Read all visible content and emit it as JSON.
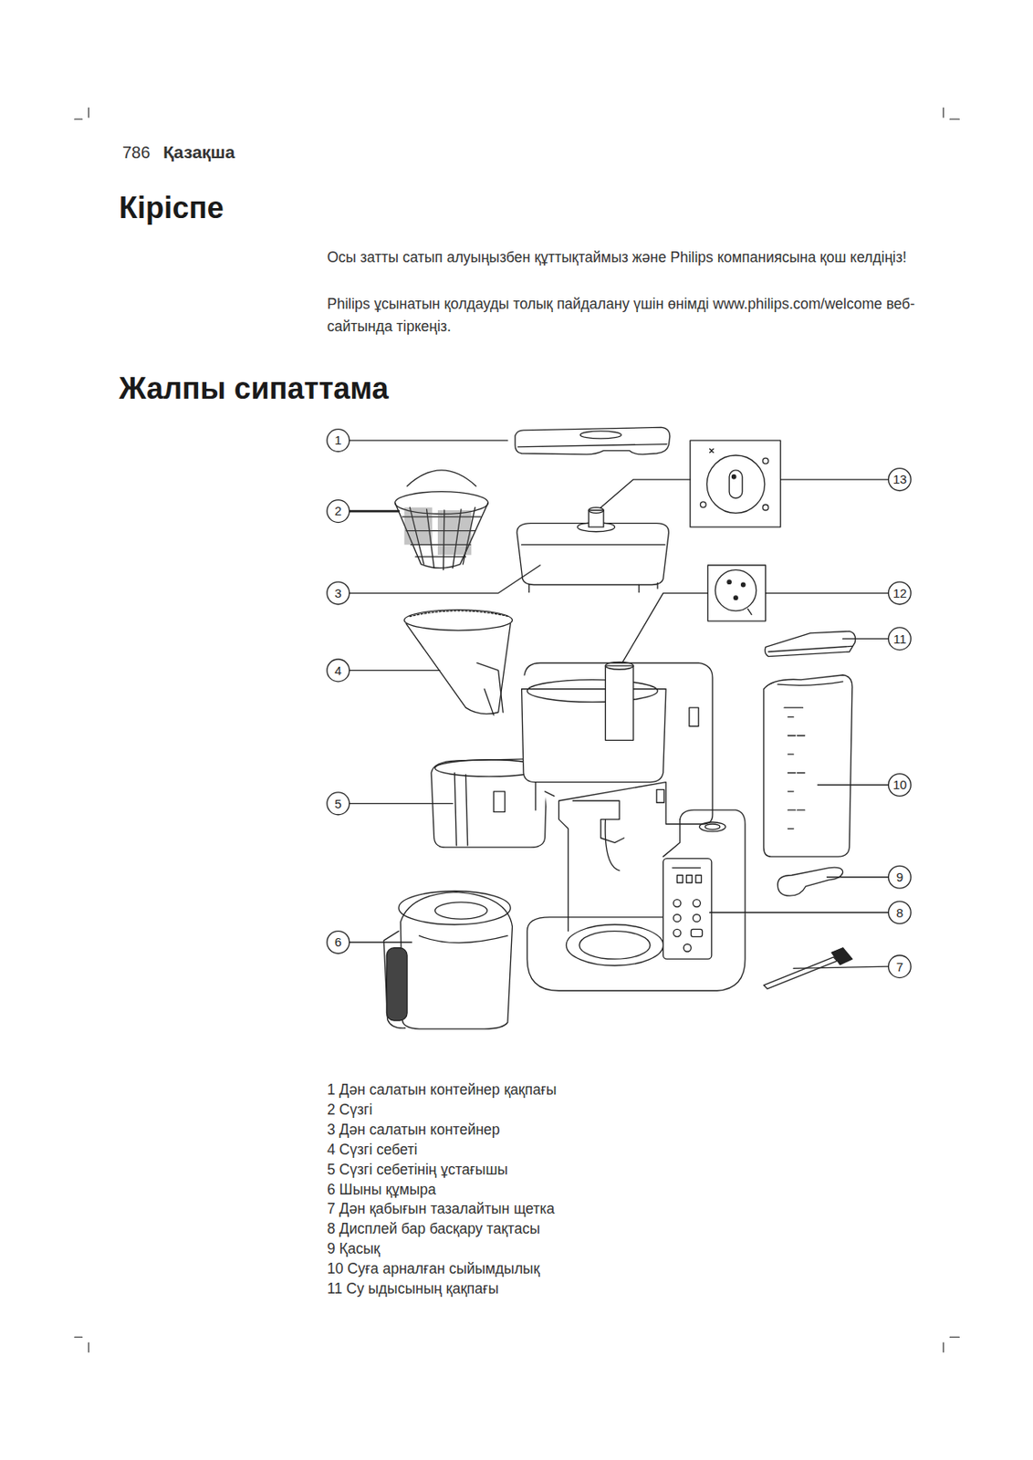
{
  "diagram": {
    "title": "Жалпы сипаттама",
    "labels": [
      "786",
      "Қазақша",
      "Кіріспе",
      "Осы затты сатып алуыңызбен құттықтаймыз және Philips компаниясына қош келдіңіз!",
      "Philips ұсынатын қолдауды толық пайдалану үшін өнімді www.philips.com/welcome веб-сайтында тіркеңіз.",
      "1",
      "2",
      "3",
      "4",
      "5",
      "6",
      "13",
      "12",
      "11",
      "10",
      "9",
      "8",
      "7",
      "1 Дән салатын контейнер қақпағы",
      "2 Сүзгі",
      "3 Дән салатын контейнер",
      "4 Сүзгі себеті",
      "5 Сүзгі себетінің ұстағышы",
      "6 Шыны құмыра",
      "7 Дән қабығын тазалайтын щетка",
      "8 Дисплей бар басқару тақтасы",
      "9 Қасық",
      "10 Суға арналған сыйымдылық",
      "11 Су ыдысының қақпағы"
    ]
  }
}
